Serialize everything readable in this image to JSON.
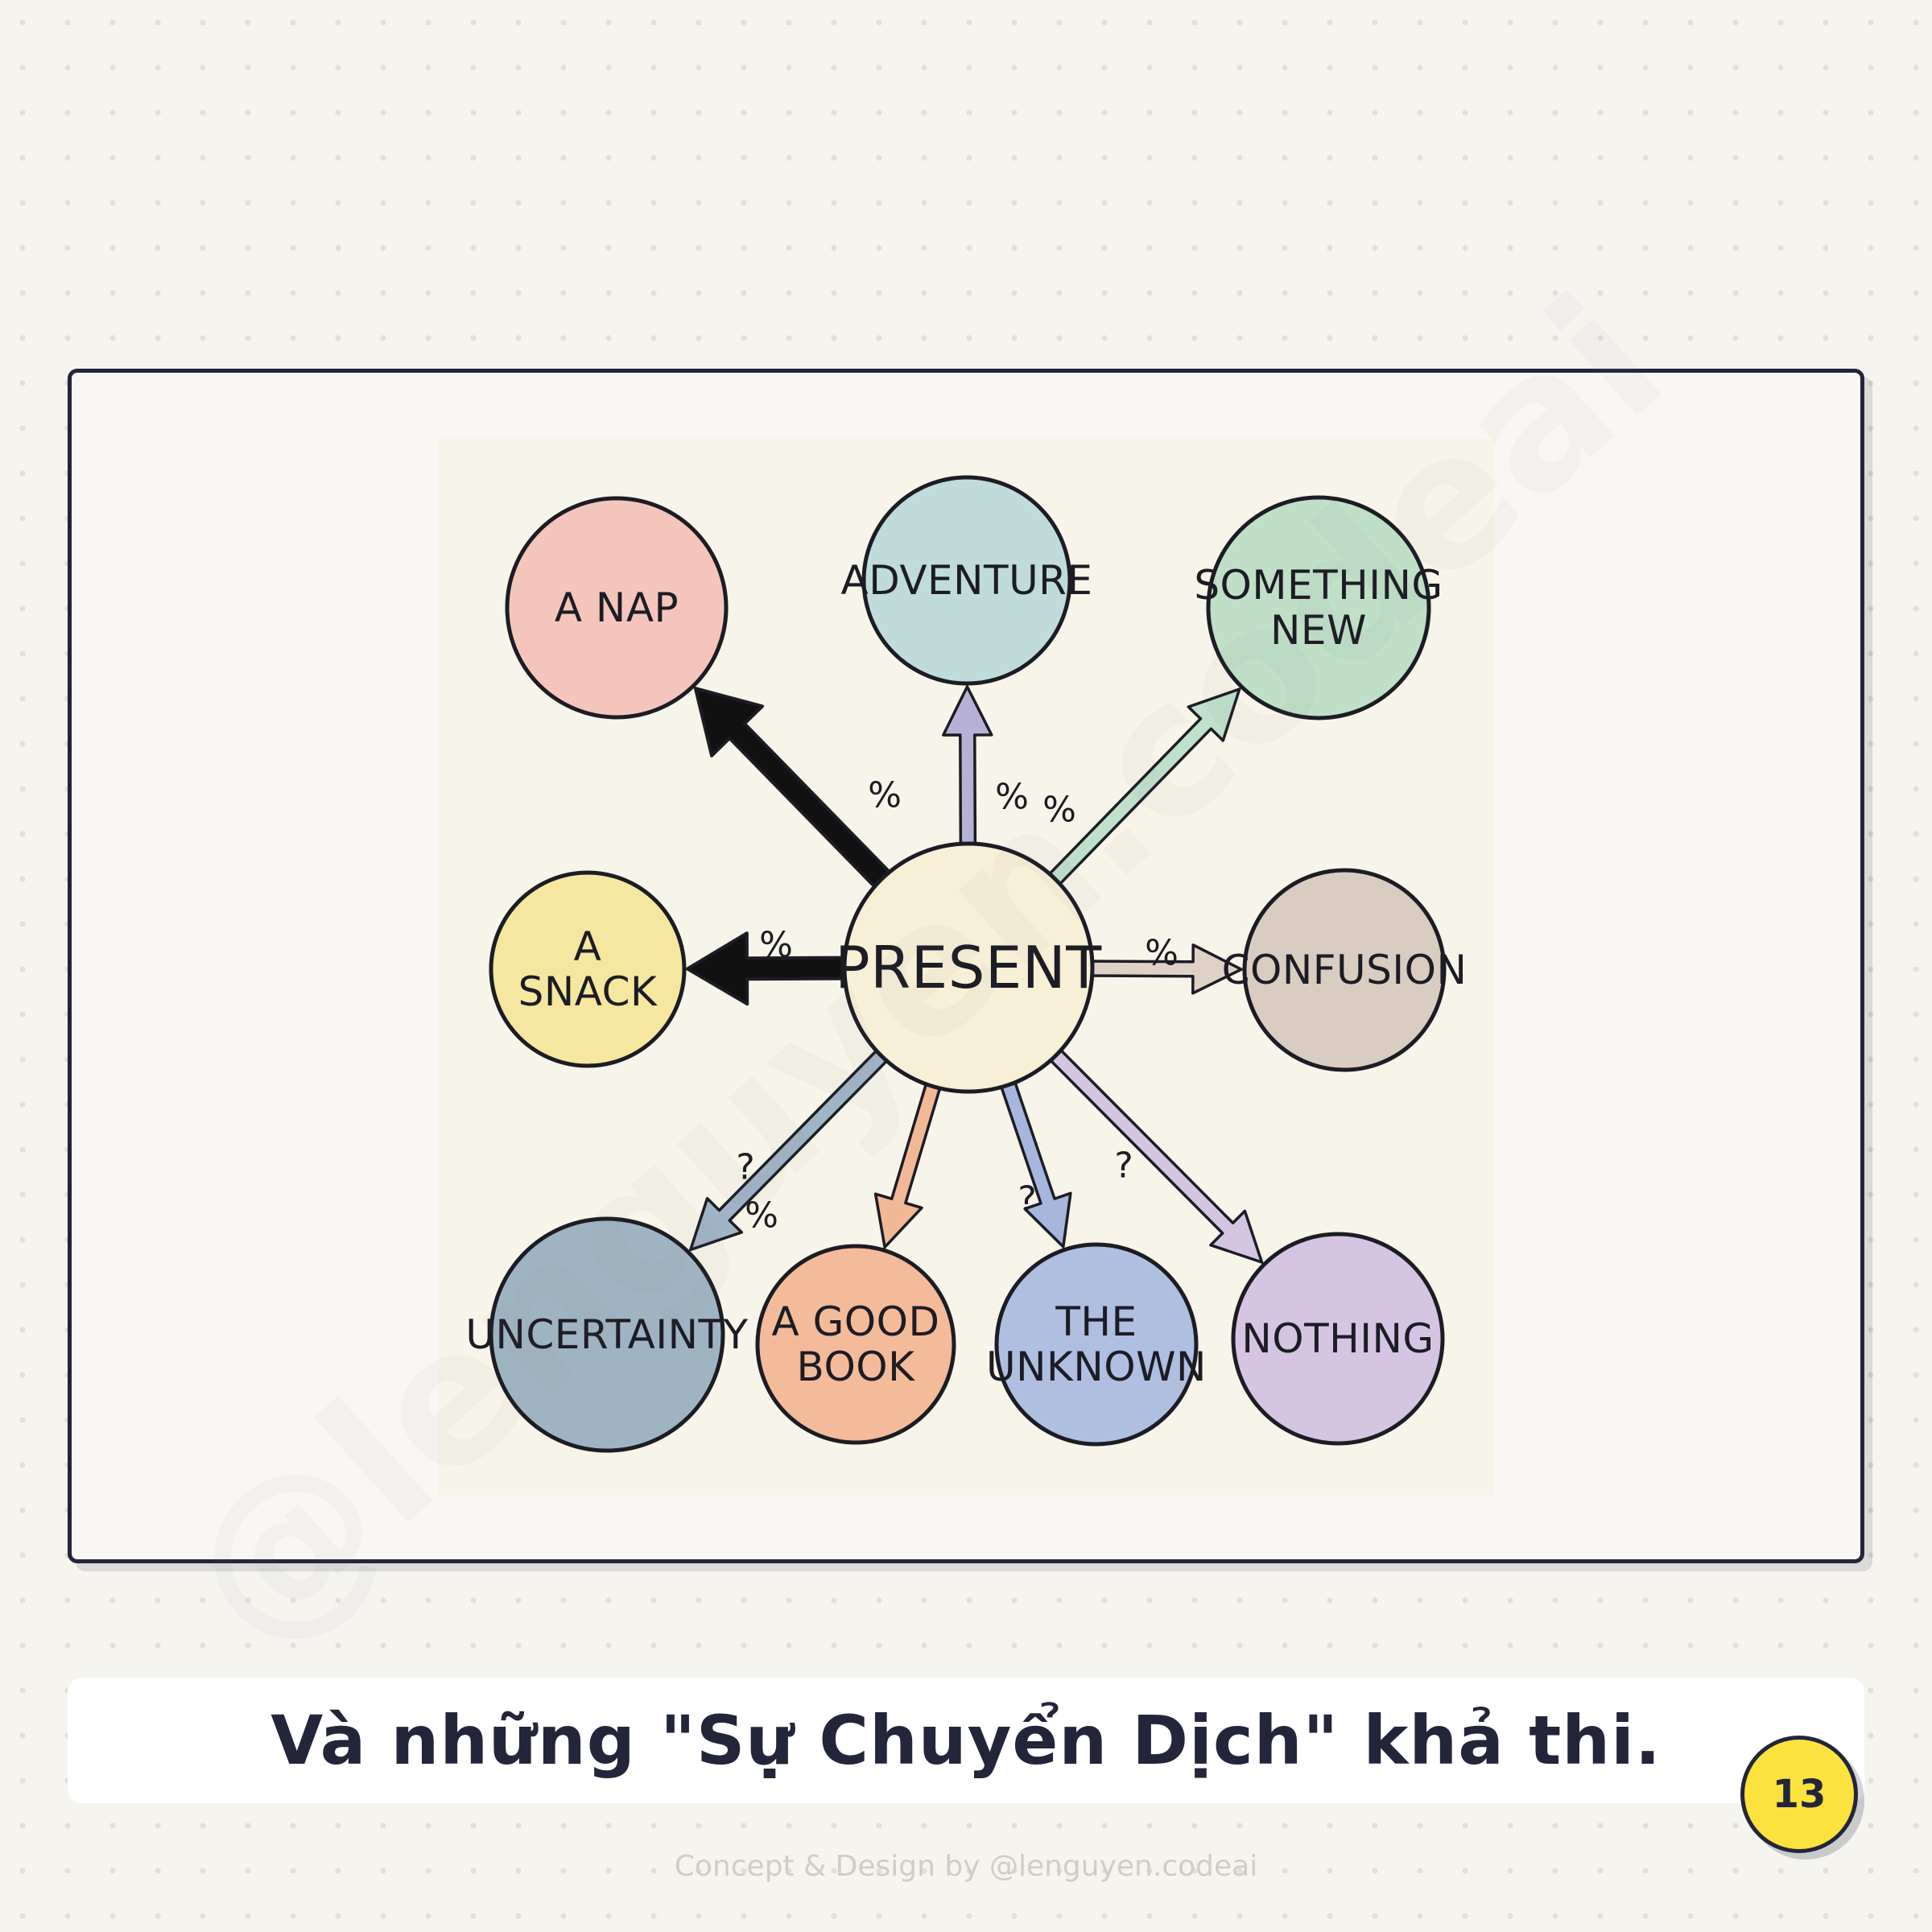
{
  "diagram": {
    "center": {
      "label": "PRESENT",
      "color": "#f7efd6"
    },
    "nodes": [
      {
        "id": "a-nap",
        "lines": [
          "A NAP"
        ],
        "color": "#f4c6bb"
      },
      {
        "id": "adventure",
        "lines": [
          "ADVENTURE"
        ],
        "color": "#bfdcdb"
      },
      {
        "id": "something-new",
        "lines": [
          "SOMETHING",
          "NEW"
        ],
        "color": "#bfdfc7"
      },
      {
        "id": "a-snack",
        "lines": [
          "A",
          "SNACK"
        ],
        "color": "#f6e7a0"
      },
      {
        "id": "confusion",
        "lines": [
          "CONFUSION"
        ],
        "color": "#d8cdc0"
      },
      {
        "id": "uncertainty",
        "lines": [
          "UNCERTAINTY"
        ],
        "color": "#9fb4c2"
      },
      {
        "id": "a-good-book",
        "lines": [
          "A GOOD",
          "BOOK"
        ],
        "color": "#f4bb9a"
      },
      {
        "id": "the-unknown",
        "lines": [
          "THE",
          "UNKNOWN"
        ],
        "color": "#aebfe0"
      },
      {
        "id": "nothing",
        "lines": [
          "NOTHING"
        ],
        "color": "#d5c5e3"
      }
    ],
    "edges": [
      {
        "to": "a-nap",
        "mark": "%",
        "color": "#111111",
        "style": "thick"
      },
      {
        "to": "adventure",
        "mark": "%",
        "color": "#b8b1d6",
        "style": "thin"
      },
      {
        "to": "something-new",
        "mark": "%",
        "color": "#bfe0cb",
        "style": "thin"
      },
      {
        "to": "a-snack",
        "mark": "%",
        "color": "#111111",
        "style": "thick"
      },
      {
        "to": "confusion",
        "mark": "%",
        "color": "#e0d1c6",
        "style": "thin"
      },
      {
        "to": "uncertainty",
        "mark": "?",
        "color": "#9fb4c6",
        "style": "thin"
      },
      {
        "to": "a-good-book",
        "mark": "%",
        "color": "#f1b895",
        "style": "thin"
      },
      {
        "to": "the-unknown",
        "mark": "?",
        "color": "#a7b6dc",
        "style": "thin"
      },
      {
        "to": "nothing",
        "mark": "?",
        "color": "#d4c6e0",
        "style": "thin"
      }
    ]
  },
  "watermark": "@lenguyen.codeai",
  "caption": "Và những \"Sự Chuyển Dịch\" khả thi.",
  "page_number": "13",
  "credit": "Concept & Design by @lenguyen.codeai"
}
